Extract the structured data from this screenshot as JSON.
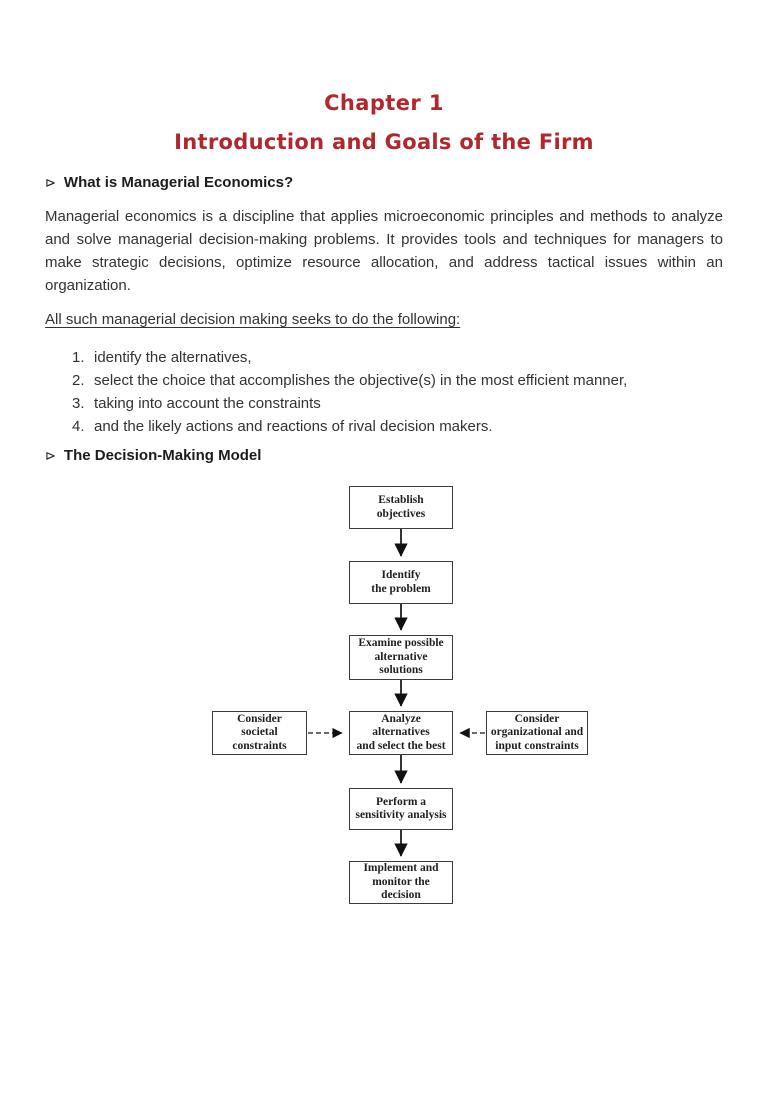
{
  "colors": {
    "accent_red": "#b0282d",
    "body_text": "#323232",
    "flowchart_ink": "#1f1f1f"
  },
  "header": {
    "chapter": "Chapter 1",
    "subtitle": "Introduction and Goals of the Firm"
  },
  "section1": {
    "marker": "⊳",
    "heading": "What is Managerial Economics?",
    "paragraph": "Managerial economics is a discipline that applies microeconomic principles and methods to analyze and solve managerial decision-making problems. It provides tools and techniques for managers to make strategic decisions, optimize resource allocation, and address tactical issues within an organization.",
    "lead_underlined": "All such managerial decision making seeks to do the following:"
  },
  "list": {
    "items": [
      {
        "num": "1.",
        "text": "identify the alternatives,"
      },
      {
        "num": "2.",
        "text": "select the choice that accomplishes the objective(s) in the most efficient manner,"
      },
      {
        "num": "3.",
        "text": "taking into account the constraints"
      },
      {
        "num": "4.",
        "text": "and the likely actions and reactions of rival decision makers."
      }
    ]
  },
  "section2": {
    "marker": "⊳",
    "heading": "The Decision-Making Model"
  },
  "flowchart": {
    "boxes": {
      "establish": "Establish objectives",
      "identify": "Identify\nthe problem",
      "examine": "Examine possible\nalternative\nsolutions",
      "societal": "Consider\nsocietal\nconstraints",
      "analyze": "Analyze\nalternatives\nand select the best",
      "organizational": "Consider\norganizational and\ninput constraints",
      "sensitivity": "Perform a\nsensitivity analysis",
      "implement": "Implement and\nmonitor the\ndecision"
    }
  }
}
